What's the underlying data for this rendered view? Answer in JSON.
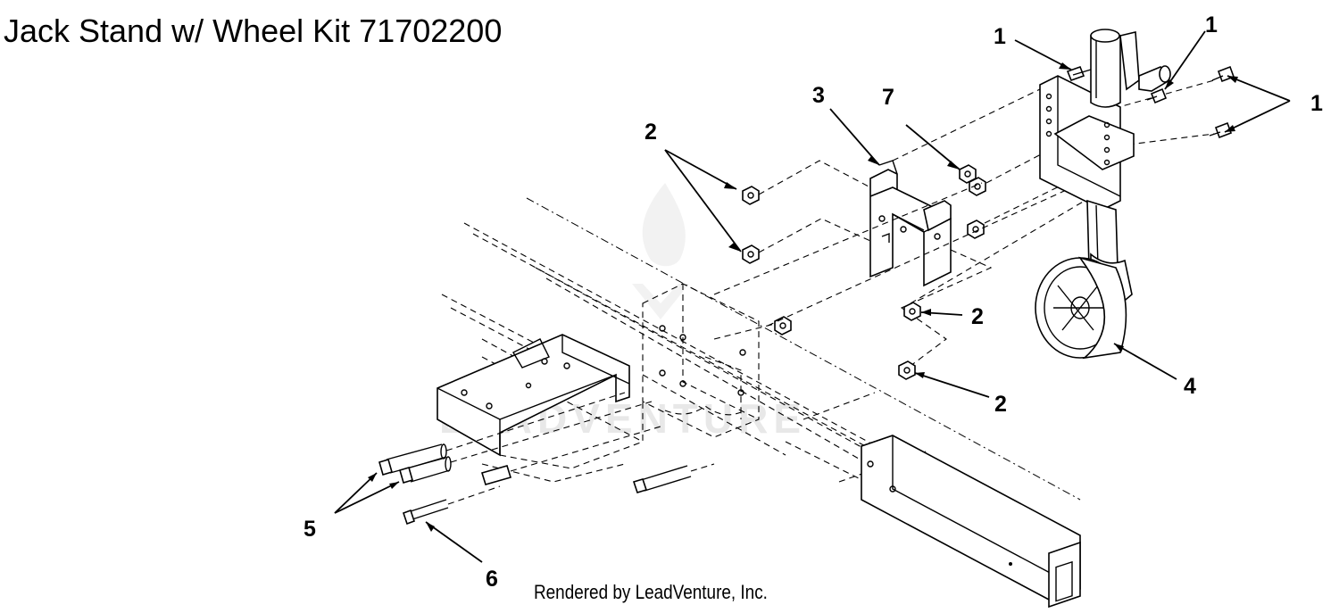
{
  "title": "Jack Stand w/ Wheel Kit 71702200",
  "footer": "Rendered by LeadVenture, Inc.",
  "watermark": "LEADVENTURE",
  "callouts": [
    {
      "id": "c1a",
      "label": "1"
    },
    {
      "id": "c1b",
      "label": "1"
    },
    {
      "id": "c1c",
      "label": "1"
    },
    {
      "id": "c2a",
      "label": "2"
    },
    {
      "id": "c2b",
      "label": "2"
    },
    {
      "id": "c2c",
      "label": "2"
    },
    {
      "id": "c3",
      "label": "3"
    },
    {
      "id": "c4",
      "label": "4"
    },
    {
      "id": "c5",
      "label": "5"
    },
    {
      "id": "c6",
      "label": "6"
    },
    {
      "id": "c7",
      "label": "7"
    }
  ]
}
